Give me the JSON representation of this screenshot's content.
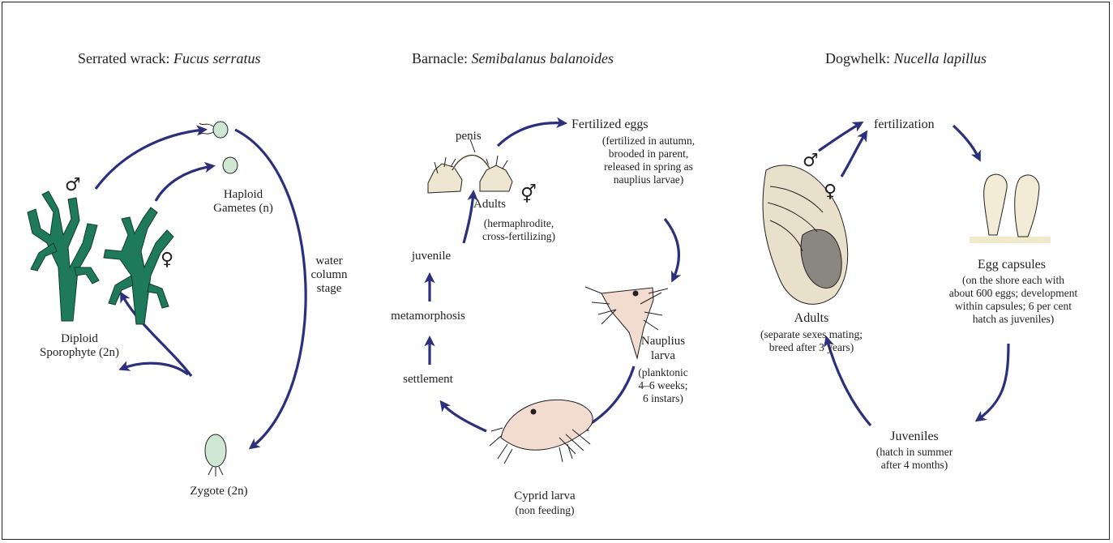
{
  "panels": [
    {
      "title_prefix": "Serrated wrack: ",
      "title_species": "Fucus serratus",
      "labels": {
        "gametes": "Haploid\nGametes (n)",
        "sporophyte": "Diploid\nSporophyte (2n)",
        "water": "water\ncolumn\nstage",
        "zygote": "Zygote (2n)"
      },
      "male_symbol": "♂",
      "female_symbol": "♀"
    },
    {
      "title_prefix": "Barnacle: ",
      "title_species": "Semibalanus balanoides",
      "labels": {
        "penis": "penis",
        "fertilized_eggs": "Fertilized eggs",
        "fertilized_eggs_note": "(fertilized in autumn,\nbrooded in parent,\nreleased in spring as\nnauplius larvae)",
        "adults": "Adults",
        "adults_note": "(hermaphrodite,\ncross-fertilizing)",
        "juvenile": "juvenile",
        "metamorphosis": "metamorphosis",
        "settlement": "settlement",
        "nauplius": "Nauplius\nlarva",
        "nauplius_note": "(planktonic\n4–6 weeks;\n6 instars)",
        "cyprid": "Cyprid larva",
        "cyprid_note": "(non feeding)"
      },
      "hermaphrodite_symbol": "⚥"
    },
    {
      "title_prefix": "Dogwhelk: ",
      "title_species": "Nucella lapillus",
      "labels": {
        "fertilization": "fertilization",
        "egg_capsules": "Egg capsules",
        "egg_capsules_note": "(on the shore each with\nabout 600 eggs; development\nwithin capsules; 6 per cent\nhatch as juveniles)",
        "adults": "Adults",
        "adults_note": "(separate sexes mating;\nbreed after 3 years)",
        "juveniles": "Juveniles",
        "juveniles_note": "(hatch in summer\nafter 4 months)"
      },
      "male_symbol": "♂",
      "female_symbol": "♀"
    }
  ],
  "colors": {
    "arrow": "#2b2f7c",
    "seaweed": "#1f7a5b",
    "gamete": "#cfe8d3",
    "shell": "#e9e0cc",
    "larva": "#f2dcd0"
  }
}
